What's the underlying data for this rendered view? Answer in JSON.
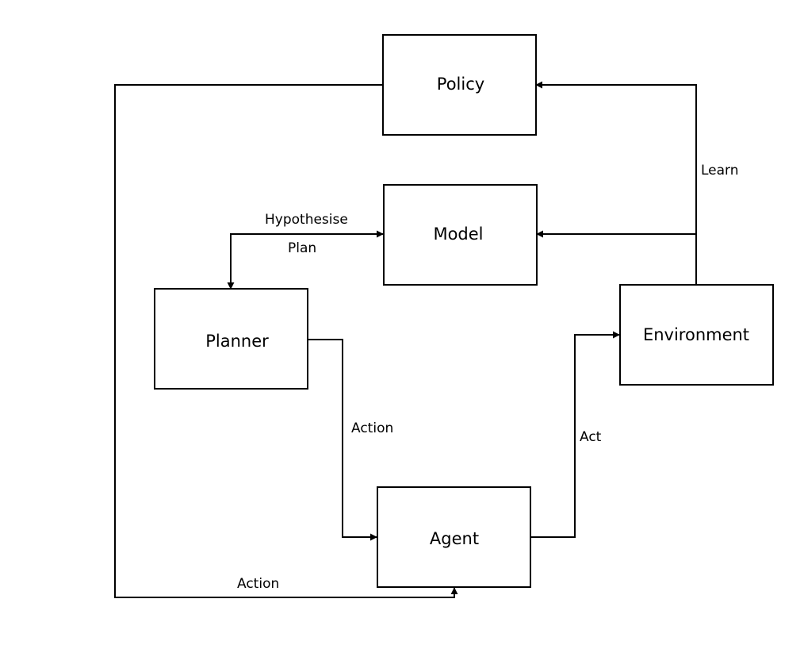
{
  "diagram": {
    "nodes": {
      "policy": "Policy",
      "model": "Model",
      "planner": "Planner",
      "environment": "Environment",
      "agent": "Agent"
    },
    "edges": {
      "learn": "Learn",
      "hypothesise": "Hypothesise",
      "plan": "Plan",
      "planner_action": "Action",
      "act": "Act",
      "policy_action": "Action"
    }
  }
}
